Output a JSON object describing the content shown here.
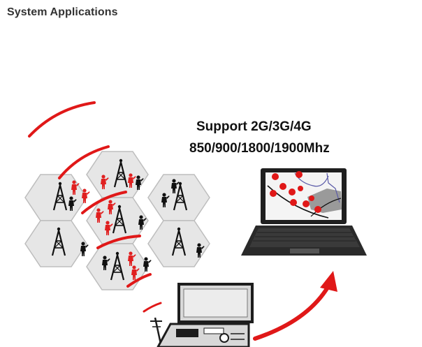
{
  "page": {
    "title": "System Applications"
  },
  "figure": {
    "support_text": "Support 2G/3G/4G",
    "bands_text": "850/900/1800/1900Mhz"
  },
  "colors": {
    "title_text": "#333333",
    "signal_red": "#e01818",
    "person_red": "#e02020",
    "person_black": "#111111",
    "cell_fill": "#e6e6e6",
    "cell_border": "#bdbdbd",
    "device_dark": "#222222"
  },
  "icons": {
    "cell_tower": "antenna-tower-icon",
    "person": "person-icon",
    "laptop": "laptop-icon",
    "base_station": "base-station-icon",
    "arrow": "curved-arrow-icon"
  }
}
